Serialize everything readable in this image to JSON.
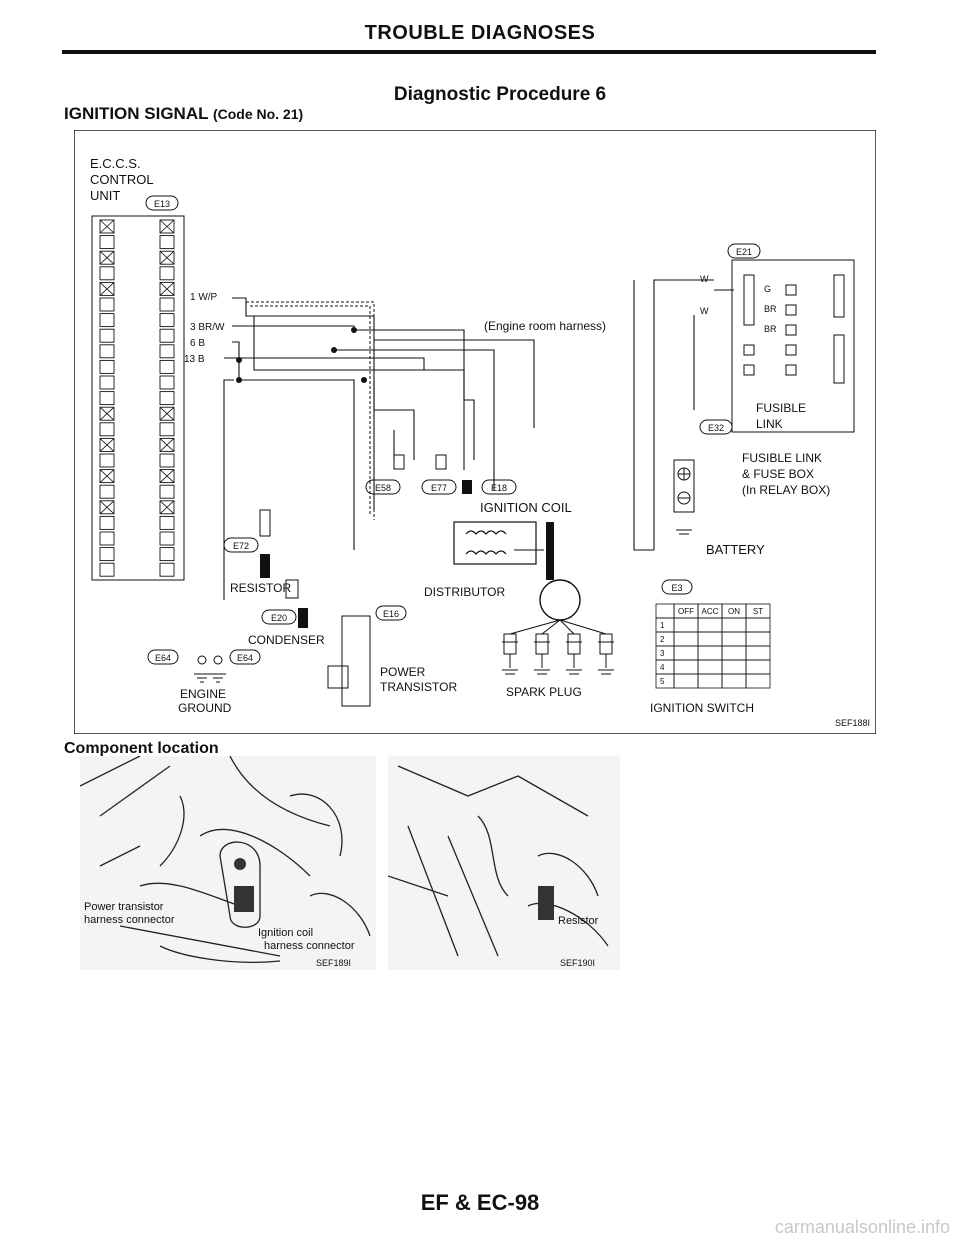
{
  "header": {
    "title": "TROUBLE DIAGNOSES",
    "procedure": "Diagnostic Procedure 6"
  },
  "section": {
    "title": "IGNITION SIGNAL",
    "code": "(Code No. 21)"
  },
  "diagram": {
    "control_unit": [
      "E.C.C.S.",
      "CONTROL",
      "UNIT"
    ],
    "connectors": [
      "E13",
      "E21",
      "E32",
      "E72",
      "E20",
      "E16",
      "E58",
      "E77",
      "E18",
      "E64",
      "E3"
    ],
    "pin_labels": [
      "1 W/P",
      "3 BR/W",
      "6 B",
      "13 B"
    ],
    "harness_note": "(Engine room harness)",
    "fusible_link": [
      "FUSIBLE",
      "LINK"
    ],
    "fuse_box": [
      "FUSIBLE LINK",
      "& FUSE BOX",
      "(In RELAY BOX)"
    ],
    "fuse_wires": [
      "W",
      "W",
      "G",
      "BR",
      "BR"
    ],
    "battery": "BATTERY",
    "ignition_coil": "IGNITION COIL",
    "distributor": "DISTRIBUTOR",
    "resistor": "RESISTOR",
    "condenser": "CONDENSER",
    "power_transistor": [
      "POWER",
      "TRANSISTOR"
    ],
    "spark_plug": "SPARK PLUG",
    "engine_ground": [
      "ENGINE",
      "GROUND"
    ],
    "ignition_switch_label": "IGNITION SWITCH",
    "switch_table": {
      "header": [
        "OFF",
        "ACC",
        "ON",
        "ST"
      ],
      "rows": [
        "1",
        "2",
        "3",
        "4",
        "5"
      ]
    },
    "reference": "SEF188I"
  },
  "component": {
    "title": "Component location",
    "left_labels": [
      "Power transistor",
      "harness connector",
      "Ignition coil",
      "harness connector"
    ],
    "left_ref": "SEF189I",
    "right_labels": [
      "Resistor"
    ],
    "right_ref": "SEF190I"
  },
  "footer": {
    "page": "EF & EC-98"
  },
  "watermark": "carmanualsonline.info"
}
